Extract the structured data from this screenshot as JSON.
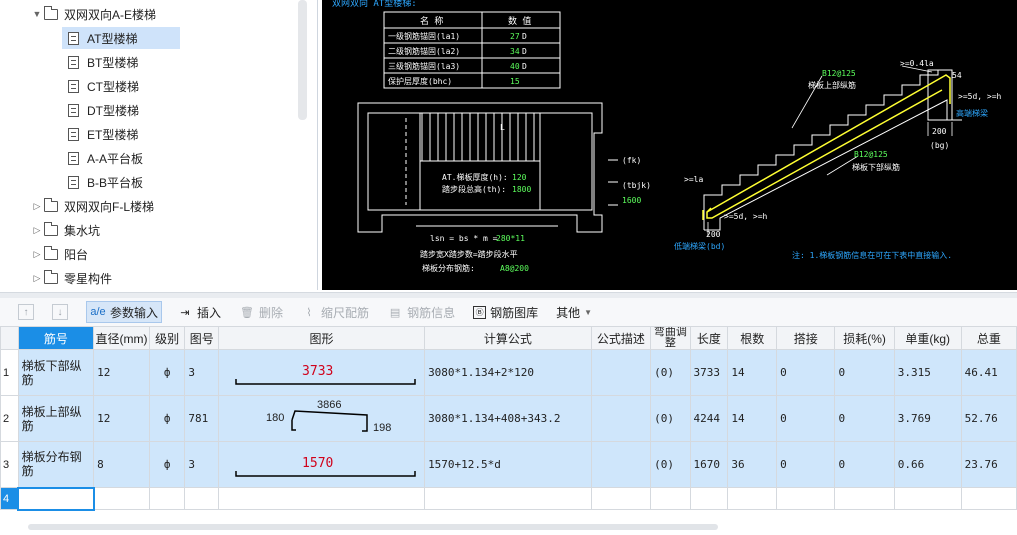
{
  "tree": {
    "items": [
      {
        "label": "双网双向A-E楼梯",
        "type": "folder",
        "expanded": true
      },
      {
        "label": "AT型楼梯",
        "type": "doc",
        "selected": true
      },
      {
        "label": "BT型楼梯",
        "type": "doc"
      },
      {
        "label": "CT型楼梯",
        "type": "doc"
      },
      {
        "label": "DT型楼梯",
        "type": "doc"
      },
      {
        "label": "ET型楼梯",
        "type": "doc"
      },
      {
        "label": "A-A平台板",
        "type": "doc"
      },
      {
        "label": "B-B平台板",
        "type": "doc"
      },
      {
        "label": "双网双向F-L楼梯",
        "type": "folder"
      },
      {
        "label": "集水坑",
        "type": "folder"
      },
      {
        "label": "阳台",
        "type": "folder"
      },
      {
        "label": "零星构件",
        "type": "folder"
      }
    ]
  },
  "cad": {
    "heading": "双网双向 AT型楼梯:",
    "param_table": {
      "headers": [
        "名 称",
        "数 值"
      ],
      "rows": [
        {
          "name": "一级钢筋锚固(la1)",
          "value": "27",
          "unit": "D"
        },
        {
          "name": "二级钢筋锚固(la2)",
          "value": "34",
          "unit": "D"
        },
        {
          "name": "三级钢筋锚固(la3)",
          "value": "40",
          "unit": "D"
        },
        {
          "name": "保护层厚度(bhc)",
          "value": "15",
          "unit": ""
        }
      ]
    },
    "plan": {
      "thickness_label": "AT.梯板厚度(h):",
      "thickness_value": "120",
      "height_label": "踏步段总高(th):",
      "height_value": "1800",
      "ln_formula_prefix": "lsn = bs * m =",
      "ln_formula_value": "280*11",
      "width_label": "踏步宽X踏步数=踏步段水平",
      "dist_label": "梯板分布钢筋:",
      "dist_value": "A8@200",
      "fk": "(fk)",
      "tbjk": "(tbjk)",
      "tbjk_value": "1600",
      "L": "L"
    },
    "section": {
      "top_rebar_code": "B12@125",
      "top_rebar_label": "梯板上部纵筋",
      "bottom_rebar_code": "B12@125",
      "bottom_rebar_label": "梯板下部纵筋",
      "dim_04": ">=0.4la",
      "dim_5d_h_top": ">=5d, >=h",
      "dim_5d_h_bottom": ">=5d, >=h",
      "dim_la": ">=la",
      "dim_bg": "(bg)",
      "dim_200_top": "200",
      "dim_200_bottom": "200",
      "dim_54": "54",
      "high_beam": "高端梯梁",
      "low_beam": "低端梯梁(bd)"
    },
    "note": "注: 1.梯板钢筋信息在可在下表中直接输入."
  },
  "toolbar": {
    "param_input": "参数输入",
    "insert": "插入",
    "delete": "删除",
    "scale": "缩尺配筋",
    "rebar_info": "钢筋信息",
    "rebar_lib": "钢筋图库",
    "other": "其他"
  },
  "table": {
    "headers": [
      "筋号",
      "直径(mm)",
      "级别",
      "图号",
      "图形",
      "计算公式",
      "公式描述",
      "弯曲调整",
      "长度",
      "根数",
      "搭接",
      "损耗(%)",
      "单重(kg)",
      "总重"
    ],
    "rows": [
      {
        "num": "1",
        "name": "梯板下部纵筋",
        "dia": "12",
        "grade": "ф",
        "fig": "3",
        "shape_value": "3733",
        "formula": "3080*1.134+2*120",
        "desc": "",
        "bend": "(0)",
        "length": "3733",
        "count": "14",
        "lap": "0",
        "loss": "0",
        "unit_wt": "3.315",
        "total": "46.41"
      },
      {
        "num": "2",
        "name": "梯板上部纵筋",
        "dia": "12",
        "grade": "ф",
        "fig": "781",
        "shape_left": "180",
        "shape_value": "3866",
        "shape_right": "198",
        "formula": "3080*1.134+408+343.2",
        "desc": "",
        "bend": "(0)",
        "length": "4244",
        "count": "14",
        "lap": "0",
        "loss": "0",
        "unit_wt": "3.769",
        "total": "52.76"
      },
      {
        "num": "3",
        "name": "梯板分布钢筋",
        "dia": "8",
        "grade": "ф",
        "fig": "3",
        "shape_value": "1570",
        "formula": "1570+12.5*d",
        "desc": "",
        "bend": "(0)",
        "length": "1670",
        "count": "36",
        "lap": "0",
        "loss": "0",
        "unit_wt": "0.66",
        "total": "23.76"
      }
    ],
    "empty_row_num": "4"
  }
}
